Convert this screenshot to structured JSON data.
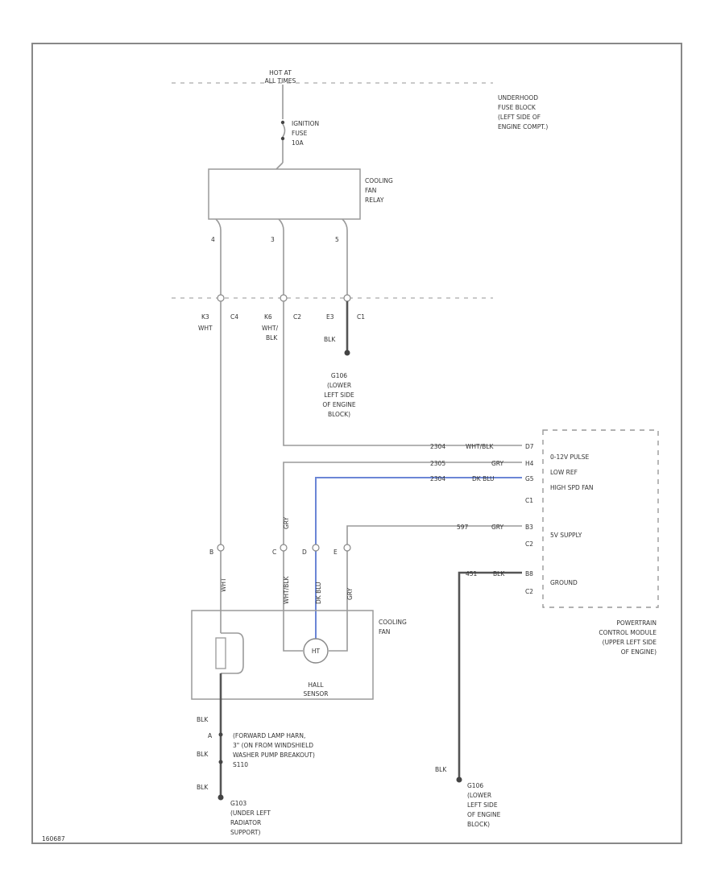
{
  "supply": {
    "hot_line1": "HOT AT",
    "hot_line2": "ALL TIMES",
    "underhood_line1": "UNDERHOOD",
    "underhood_line2": "FUSE BLOCK",
    "underhood_line3": "(LEFT SIDE OF",
    "underhood_line4": "ENGINE COMPT.)"
  },
  "fuse": {
    "line1": "IGNITION",
    "line2": "FUSE",
    "line3": "10A"
  },
  "relay": {
    "line1": "COOLING",
    "line2": "FAN",
    "line3": "RELAY",
    "pin_a": "4",
    "pin_b": "3",
    "pin_c": "5"
  },
  "connector_row": {
    "pin1": "K3",
    "conn1": "C4",
    "wire1": "WHT",
    "pin2": "K6",
    "conn2": "C2",
    "wire2_line1": "WHT/",
    "wire2_line2": "BLK",
    "pin3": "E3",
    "conn3": "C1",
    "wire3": "BLK"
  },
  "ground_g106a": {
    "line1": "G106",
    "line2": "(LOWER",
    "line3": "LEFT SIDE",
    "line4": "OF ENGINE",
    "line5": "BLOCK)"
  },
  "pcm": {
    "circuits": [
      {
        "circuit": "2304",
        "color": "WHT/BLK",
        "pin": "D7",
        "label": "0-12V PULSE"
      },
      {
        "circuit": "2305",
        "color": "GRY",
        "pin": "H4",
        "label": "LOW REF"
      },
      {
        "circuit": "2304",
        "color": "DK BLU",
        "pin": "G5",
        "label": "HIGH SPD FAN"
      }
    ],
    "conn_c1": "C1",
    "supply_circuit": "597",
    "supply_color": "GRY",
    "supply_pin": "B3",
    "supply_label": "5V SUPPLY",
    "conn_c2_a": "C2",
    "ground_circuit": "451",
    "ground_color": "BLK",
    "ground_pin": "B8",
    "ground_label": "GROUND",
    "conn_c2_b": "C2",
    "name_line1": "POWERTRAIN",
    "name_line2": "CONTROL MODULE",
    "name_line3": "(UPPER LEFT SIDE",
    "name_line4": "OF ENGINE)"
  },
  "fan": {
    "line1": "COOLING",
    "line2": "FAN",
    "sensor_line1": "HALL",
    "sensor_line2": "SENSOR",
    "sensor_symbol": "HT",
    "pin_b": "B",
    "pin_c": "C",
    "pin_d": "D",
    "pin_e": "E",
    "wire_b": "WHT",
    "wire_c": "WHT/BLK",
    "wire_d": "DK BLU",
    "wire_e": "GRY"
  },
  "splice": {
    "blk1": "BLK",
    "blk2": "BLK",
    "blk3": "BLK",
    "pin_a": "A",
    "loc_line1": "(FORWARD LAMP HARN,",
    "loc_line2": "3\" (ON FROM WINDSHIELD",
    "loc_line3": "WASHER PUMP BREAKOUT)",
    "loc_line4": "S110"
  },
  "ground_g103": {
    "line1": "G103",
    "line2": "(UNDER LEFT",
    "line3": "RADIATOR",
    "line4": "SUPPORT)"
  },
  "ground_g106b": {
    "wire": "BLK",
    "line1": "G106",
    "line2": "(LOWER",
    "line3": "LEFT SIDE",
    "line4": "OF ENGINE",
    "line5": "BLOCK)"
  },
  "figure_id": "160687"
}
